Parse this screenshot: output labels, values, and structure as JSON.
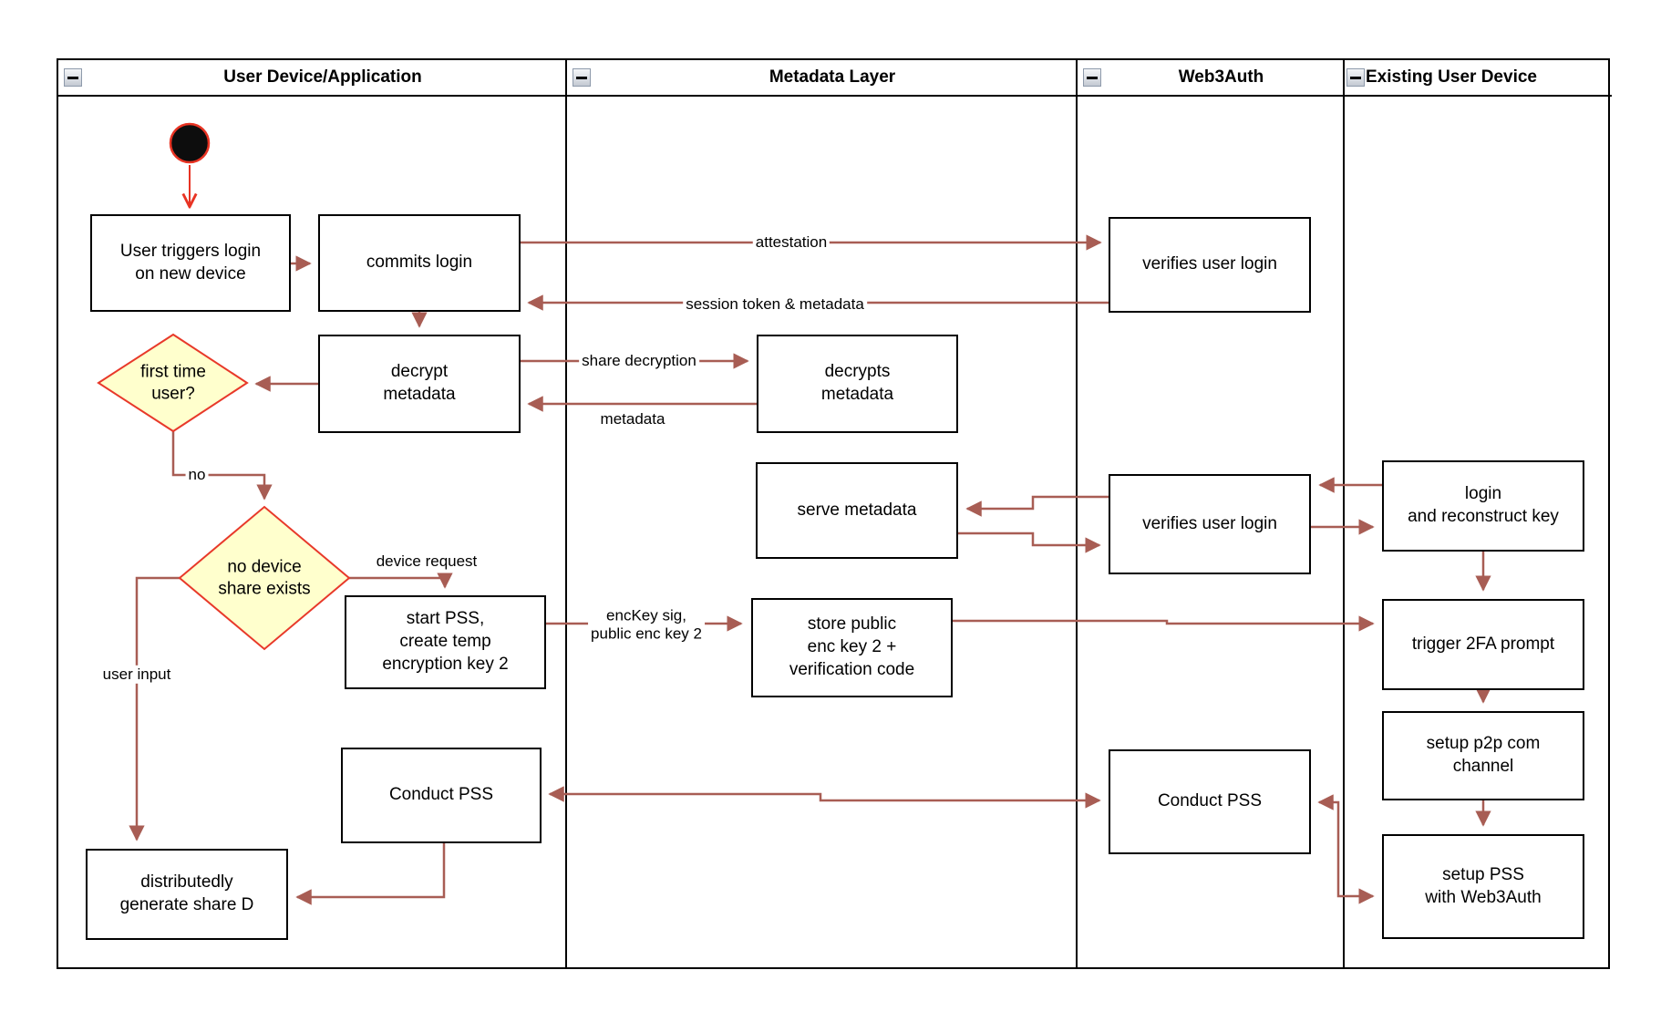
{
  "lanes": [
    {
      "title": "User Device/Application"
    },
    {
      "title": "Metadata Layer"
    },
    {
      "title": "Web3Auth"
    },
    {
      "title": "Existing User Device"
    }
  ],
  "nodes": {
    "user_triggers": "User triggers login\non new device",
    "commits_login": "commits login",
    "decrypt_metadata": "decrypt\nmetadata",
    "first_time_user": "first time\nuser?",
    "decrypts_metadata": "decrypts\nmetadata",
    "serve_metadata": "serve metadata",
    "verifies_user_login_1": "verifies user login",
    "verifies_user_login_2": "verifies user login",
    "no_device_share": "no device\nshare exists",
    "start_pss": "start PSS,\ncreate temp\nencryption key 2",
    "store_public_key": "store public\nenc key 2 +\nverification code",
    "conduct_pss_user": "Conduct PSS",
    "conduct_pss_web3auth": "Conduct PSS",
    "distributed_share": "distributedly\ngenerate share D",
    "login_reconstruct": "login\nand reconstruct key",
    "trigger_2fa": "trigger 2FA prompt",
    "setup_p2p": "setup p2p com\nchannel",
    "setup_pss": "setup PSS\nwith Web3Auth"
  },
  "edge_labels": {
    "attestation": "attestation",
    "session_token": "session token & metadata",
    "share_decryption": "share decryption",
    "metadata": "metadata",
    "no": "no",
    "device_request": "device request",
    "enckey": "encKey sig,\npublic enc key 2",
    "user_input": "user input"
  },
  "colors": {
    "connector": "#a85d54",
    "accent_red": "#e83323",
    "diamond_fill": "#ffffcd",
    "border": "#000000"
  }
}
